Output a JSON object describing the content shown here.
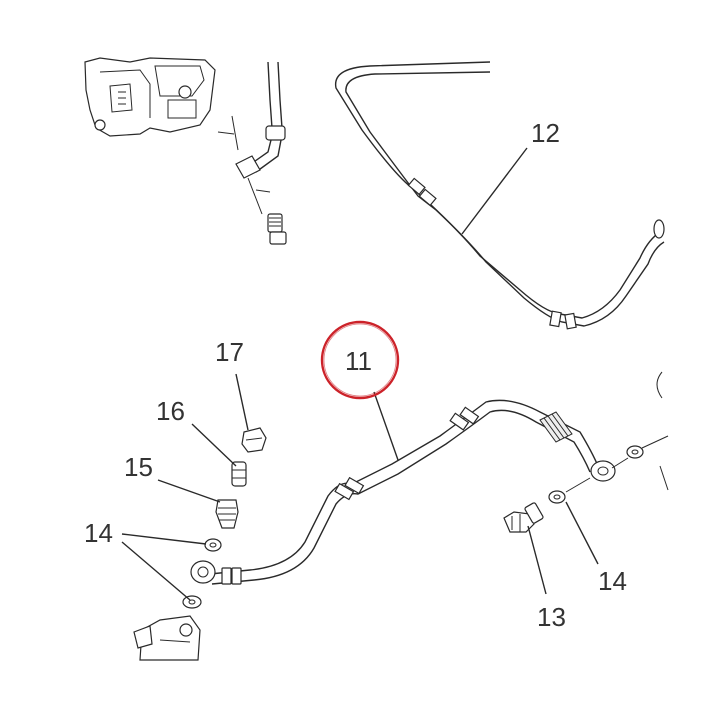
{
  "diagram": {
    "callouts": {
      "c11": "11",
      "c12": "12",
      "c13": "13",
      "c14a": "14",
      "c14b": "14",
      "c15": "15",
      "c16": "16",
      "c17": "17"
    },
    "highlight_color": "#cc2229",
    "line_color": "#2a2a2a"
  }
}
